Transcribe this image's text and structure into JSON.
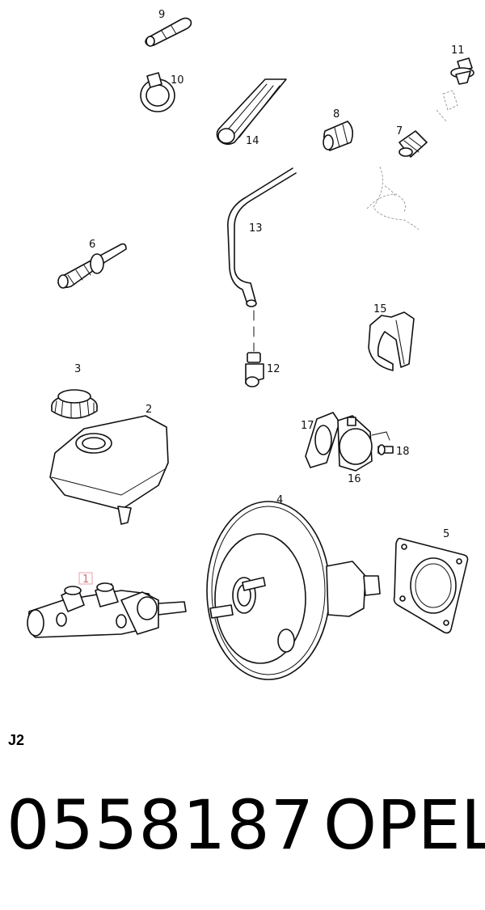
{
  "callouts": {
    "p1": "1",
    "p2": "2",
    "p3": "3",
    "p4": "4",
    "p5": "5",
    "p6": "6",
    "p7": "7",
    "p8": "8",
    "p9": "9",
    "p10": "10",
    "p11": "11",
    "p12": "12",
    "p13": "13",
    "p14": "14",
    "p15": "15",
    "p16": "16",
    "p17": "17",
    "p18": "18"
  },
  "highlight_color": "#e8a0a8",
  "footer": {
    "section_code": "J2",
    "part_number": "0558187",
    "brand": "OPEL"
  }
}
